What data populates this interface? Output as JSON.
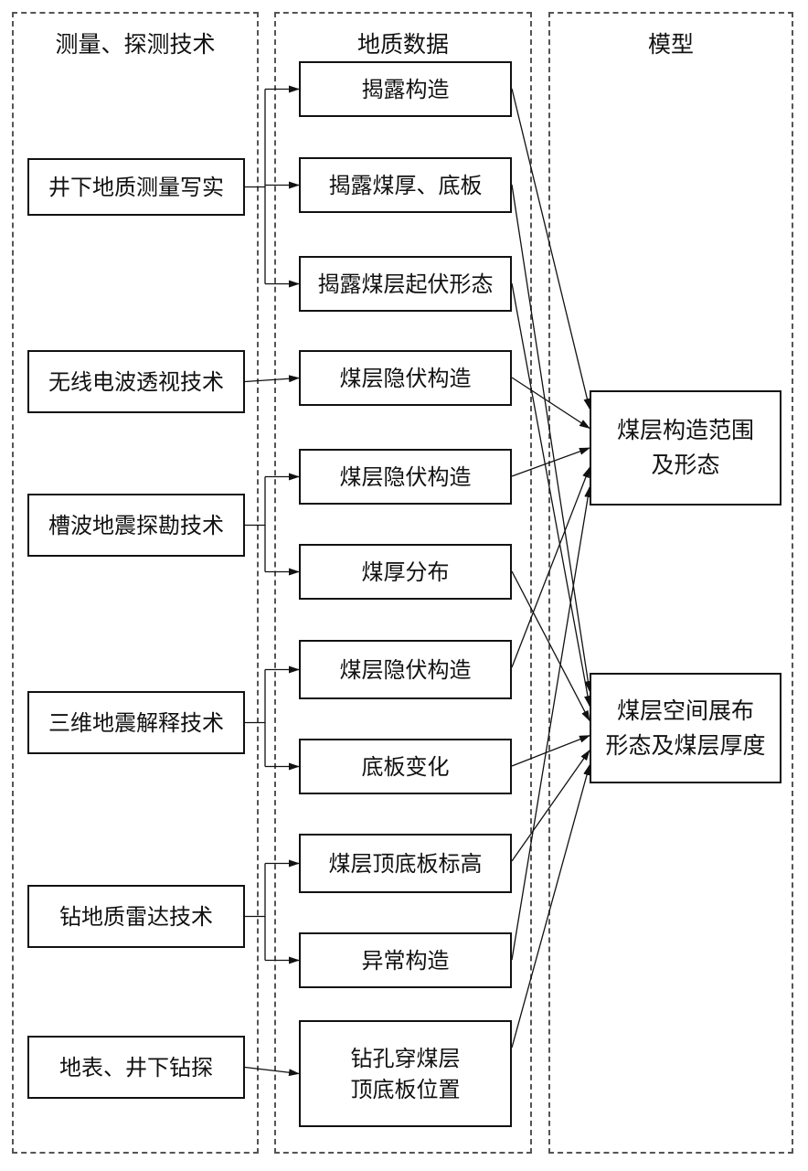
{
  "columns": [
    {
      "id": "methods",
      "title": "测量、探测技术"
    },
    {
      "id": "data",
      "title": "地质数据"
    },
    {
      "id": "model",
      "title": "模型"
    }
  ],
  "methods": [
    {
      "id": "m1",
      "label": "井下地质测量写实"
    },
    {
      "id": "m2",
      "label": "无线电波透视技术"
    },
    {
      "id": "m3",
      "label": "槽波地震探勘技术"
    },
    {
      "id": "m4",
      "label": "三维地震解释技术"
    },
    {
      "id": "m5",
      "label": "钻地质雷达技术"
    },
    {
      "id": "m6",
      "label": "地表、井下钻探"
    }
  ],
  "geo_data": [
    {
      "id": "d1",
      "label": "揭露构造"
    },
    {
      "id": "d2",
      "label": "揭露煤厚、底板"
    },
    {
      "id": "d3",
      "label": "揭露煤层起伏形态"
    },
    {
      "id": "d4",
      "label": "煤层隐伏构造"
    },
    {
      "id": "d5",
      "label": "煤层隐伏构造"
    },
    {
      "id": "d6",
      "label": "煤厚分布"
    },
    {
      "id": "d7",
      "label": "煤层隐伏构造"
    },
    {
      "id": "d8",
      "label": "底板变化"
    },
    {
      "id": "d9",
      "label": "煤层顶底板标高"
    },
    {
      "id": "d10",
      "label": "异常构造"
    },
    {
      "id": "d11",
      "label": "钻孔穿煤层\n顶底板位置"
    }
  ],
  "models": [
    {
      "id": "t1",
      "label": "煤层构造范围\n及形态"
    },
    {
      "id": "t2",
      "label": "煤层空间展布\n形态及煤层厚度"
    }
  ],
  "edges_method_to_data": [
    {
      "from": "m1",
      "to": [
        "d1",
        "d2",
        "d3"
      ]
    },
    {
      "from": "m2",
      "to": [
        "d4"
      ]
    },
    {
      "from": "m3",
      "to": [
        "d5",
        "d6"
      ]
    },
    {
      "from": "m4",
      "to": [
        "d7",
        "d8"
      ]
    },
    {
      "from": "m5",
      "to": [
        "d9",
        "d10"
      ]
    },
    {
      "from": "m6",
      "to": [
        "d11"
      ]
    }
  ],
  "edges_data_to_model": [
    {
      "from": "d1",
      "to": "t1"
    },
    {
      "from": "d2",
      "to": "t2"
    },
    {
      "from": "d3",
      "to": "t2"
    },
    {
      "from": "d4",
      "to": "t1"
    },
    {
      "from": "d5",
      "to": "t1"
    },
    {
      "from": "d6",
      "to": "t2"
    },
    {
      "from": "d7",
      "to": "t1"
    },
    {
      "from": "d8",
      "to": "t2"
    },
    {
      "from": "d9",
      "to": "t2"
    },
    {
      "from": "d10",
      "to": "t1"
    },
    {
      "from": "d11",
      "to": "t2"
    }
  ]
}
